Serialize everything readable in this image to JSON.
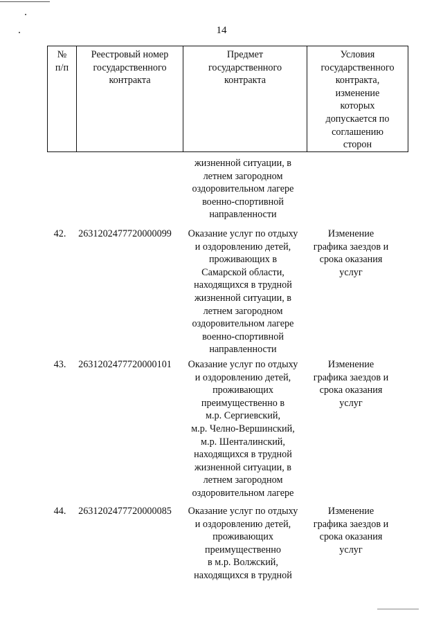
{
  "page_number": "14",
  "header": {
    "num": [
      "№",
      "п/п"
    ],
    "registry": [
      "Реестровый номер",
      "государственного",
      "контракта"
    ],
    "subject": [
      "Предмет",
      "государственного",
      "контракта"
    ],
    "conditions": [
      "Условия",
      "государственного",
      "контракта,",
      "изменение",
      "которых",
      "допускается по",
      "соглашению",
      "сторон"
    ]
  },
  "continuation": {
    "subject": [
      "жизненной ситуации, в",
      "летнем загородном",
      "оздоровительном лагере",
      "военно-спортивной",
      "направленности"
    ]
  },
  "rows": [
    {
      "num": "42.",
      "registry": "2631202477720000099",
      "subject": [
        "Оказание услуг по отдыху",
        "и оздоровлению детей,",
        "проживающих в",
        "Самарской области,",
        "находящихся в трудной",
        "жизненной ситуации, в",
        "летнем загородном",
        "оздоровительном лагере",
        "военно-спортивной",
        "направленности"
      ],
      "conditions": [
        "Изменение",
        "графика заездов и",
        "срока оказания",
        "услуг"
      ]
    },
    {
      "num": "43.",
      "registry": "2631202477720000101",
      "subject": [
        "Оказание услуг по отдыху",
        "и оздоровлению детей,",
        "проживающих",
        "преимущественно в",
        "м.р. Сергиевский,",
        "м.р. Челно-Вершинский,",
        "м.р. Шенталинский,",
        "находящихся в трудной",
        "жизненной ситуации, в",
        "летнем загородном",
        "оздоровительном лагере"
      ],
      "conditions": [
        "Изменение",
        "графика заездов и",
        "срока оказания",
        "услуг"
      ]
    },
    {
      "num": "44.",
      "registry": "2631202477720000085",
      "subject": [
        "Оказание услуг по отдыху",
        "и оздоровлению детей,",
        "проживающих",
        "преимущественно",
        "в м.р. Волжский,",
        "находящихся в трудной"
      ],
      "conditions": [
        "Изменение",
        "графика заездов и",
        "срока оказания",
        "услуг"
      ]
    }
  ]
}
